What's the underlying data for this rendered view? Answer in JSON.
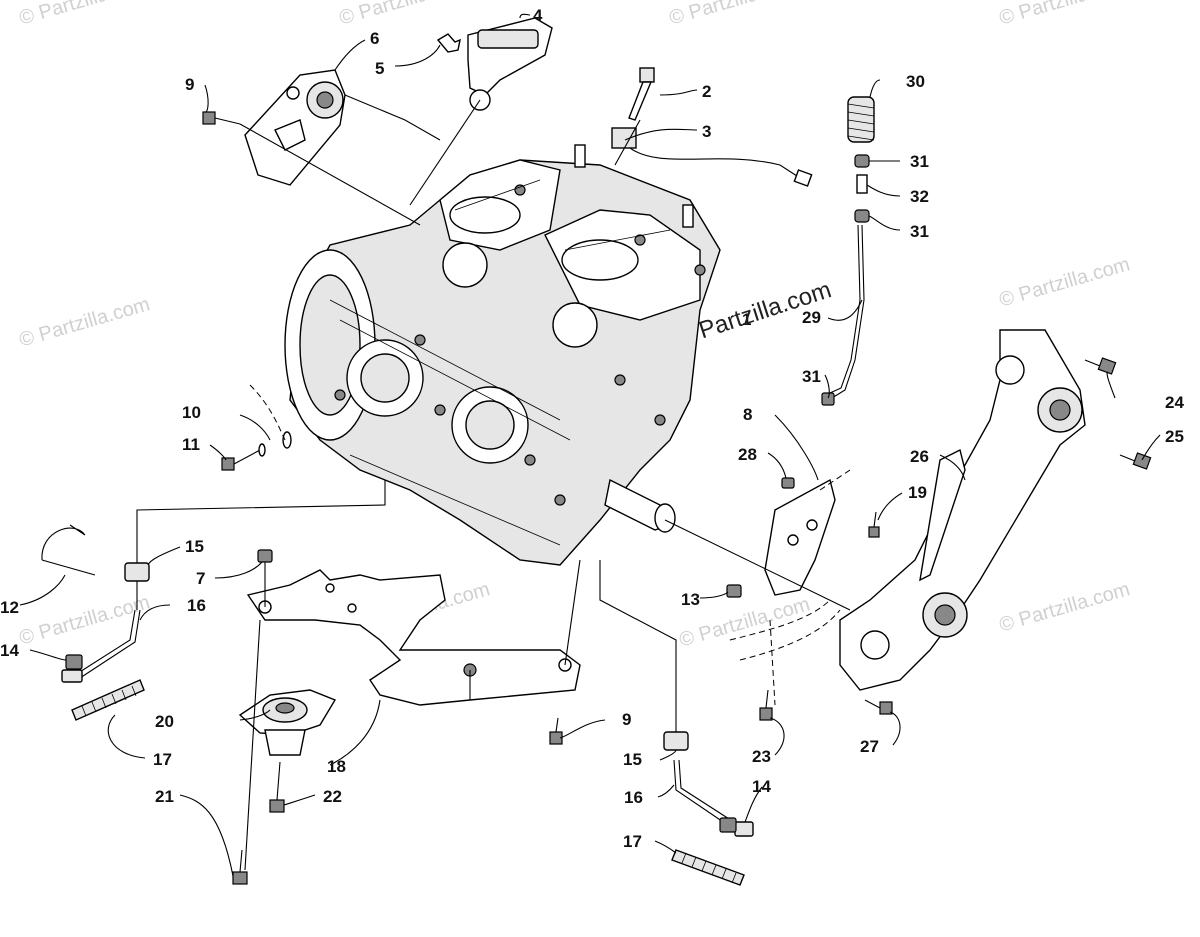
{
  "watermarks": {
    "repeated": "© Partzilla.com",
    "main": "Partzilla.com"
  },
  "callouts": [
    {
      "id": "c1",
      "label": "1"
    },
    {
      "id": "c2",
      "label": "2"
    },
    {
      "id": "c3",
      "label": "3"
    },
    {
      "id": "c4",
      "label": "4"
    },
    {
      "id": "c5",
      "label": "5"
    },
    {
      "id": "c6",
      "label": "6"
    },
    {
      "id": "c7",
      "label": "7"
    },
    {
      "id": "c8",
      "label": "8"
    },
    {
      "id": "c9a",
      "label": "9"
    },
    {
      "id": "c9b",
      "label": "9"
    },
    {
      "id": "c10",
      "label": "10"
    },
    {
      "id": "c11",
      "label": "11"
    },
    {
      "id": "c12",
      "label": "12"
    },
    {
      "id": "c13",
      "label": "13"
    },
    {
      "id": "c14a",
      "label": "14"
    },
    {
      "id": "c14b",
      "label": "14"
    },
    {
      "id": "c15a",
      "label": "15"
    },
    {
      "id": "c15b",
      "label": "15"
    },
    {
      "id": "c16a",
      "label": "16"
    },
    {
      "id": "c16b",
      "label": "16"
    },
    {
      "id": "c17a",
      "label": "17"
    },
    {
      "id": "c17b",
      "label": "17"
    },
    {
      "id": "c18",
      "label": "18"
    },
    {
      "id": "c19",
      "label": "19"
    },
    {
      "id": "c20",
      "label": "20"
    },
    {
      "id": "c21",
      "label": "21"
    },
    {
      "id": "c22",
      "label": "22"
    },
    {
      "id": "c23",
      "label": "23"
    },
    {
      "id": "c24",
      "label": "24"
    },
    {
      "id": "c25",
      "label": "25"
    },
    {
      "id": "c26",
      "label": "26"
    },
    {
      "id": "c27",
      "label": "27"
    },
    {
      "id": "c28",
      "label": "28"
    },
    {
      "id": "c29",
      "label": "29"
    },
    {
      "id": "c30",
      "label": "30"
    },
    {
      "id": "c31a",
      "label": "31"
    },
    {
      "id": "c31b",
      "label": "31"
    },
    {
      "id": "c31c",
      "label": "31"
    },
    {
      "id": "c32",
      "label": "32"
    }
  ]
}
